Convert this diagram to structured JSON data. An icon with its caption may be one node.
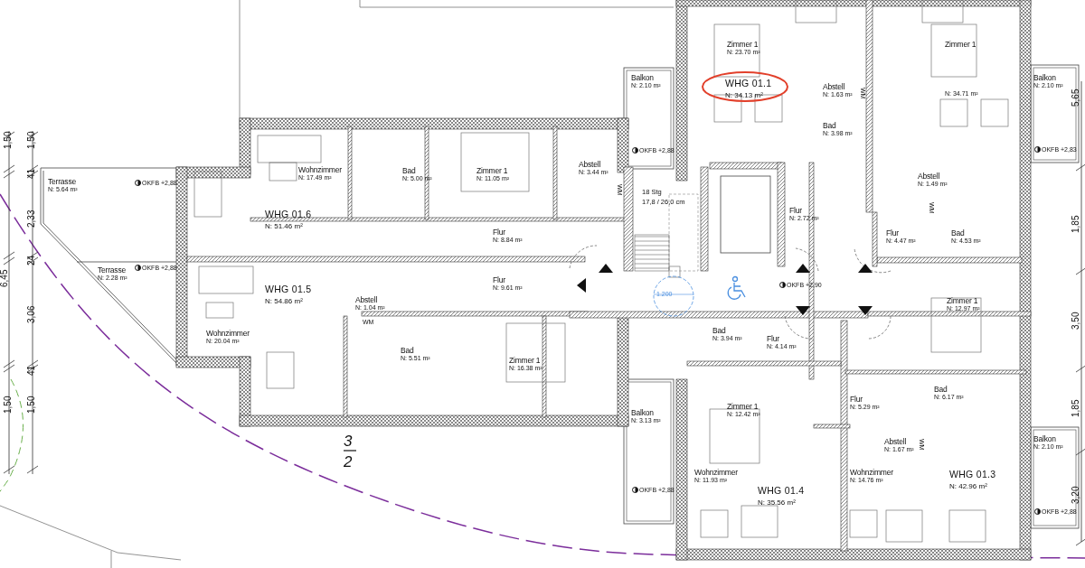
{
  "diagram": {
    "nodes": [
      {
        "text": [
          "Terrasse",
          "N: 5.64 m²"
        ]
      },
      {
        "text": [
          "Terrasse",
          "N: 2.28 m²"
        ]
      },
      {
        "text": [
          "Wohnzimmer",
          "N: 17.49 m²"
        ]
      },
      {
        "text": [
          "WHG 01.6",
          "N: 51.46 m²"
        ]
      },
      {
        "text": [
          "Bad",
          "N: 5.00 m²"
        ]
      },
      {
        "text": [
          "Zimmer 1",
          "N: 11.05 m²"
        ]
      },
      {
        "text": [
          "Abstell",
          "N: 3.44 m²"
        ]
      },
      {
        "text": [
          "Balkon",
          "N: 2.10 m²"
        ]
      },
      {
        "text": [
          "Zimmer 1",
          "N: 23.70 m²"
        ]
      },
      {
        "text": [
          "WHG 01.1",
          "N: 34.13 m²"
        ]
      },
      {
        "text": [
          "Abstell",
          "N: 1.63 m²"
        ]
      },
      {
        "text": [
          "Bad",
          "N: 3.98 m²"
        ]
      },
      {
        "text": [
          "Zimmer 1"
        ]
      },
      {
        "text": [
          "N: 34.71 m²"
        ]
      },
      {
        "text": [
          "Balkon",
          "N: 2.10 m²"
        ]
      },
      {
        "text": [
          "Abstell",
          "N: 1.49 m²"
        ]
      },
      {
        "text": [
          "Flur",
          "N: 2.72 m²"
        ]
      },
      {
        "text": [
          "Flur",
          "N: 4.47 m²"
        ]
      },
      {
        "text": [
          "Bad",
          "N: 4.53 m²"
        ]
      },
      {
        "text": [
          "Flur",
          "N: 8.84 m²"
        ]
      },
      {
        "text": [
          "Flur",
          "N: 9.61 m²"
        ]
      },
      {
        "text": [
          "WHG 01.5",
          "N: 54.86 m²"
        ]
      },
      {
        "text": [
          "Abstell",
          "N: 1.04 m²"
        ]
      },
      {
        "text": [
          "Zimmer 1",
          "N: 12.97 m²"
        ]
      },
      {
        "text": [
          "Wohnzimmer",
          "N: 20.04 m²"
        ]
      },
      {
        "text": [
          "Bad",
          "N: 3.94 m²"
        ]
      },
      {
        "text": [
          "Flur",
          "N: 4.14 m²"
        ]
      },
      {
        "text": [
          "Bad",
          "N: 5.51 m²"
        ]
      },
      {
        "text": [
          "Zimmer 1",
          "N: 16.38 m²"
        ]
      },
      {
        "text": [
          "Zimmer 1",
          "N: 12.42 m²"
        ]
      },
      {
        "text": [
          "Flur",
          "N: 5.29 m²"
        ]
      },
      {
        "text": [
          "Bad",
          "N: 6.17 m²"
        ]
      },
      {
        "text": [
          "Balkon",
          "N: 3.13 m²"
        ]
      },
      {
        "text": [
          "Balkon",
          "N: 2.10 m²"
        ]
      },
      {
        "text": [
          "Abstell",
          "N: 1.67 m²"
        ]
      },
      {
        "text": [
          "Wohnzimmer",
          "N: 11.93 m²"
        ]
      },
      {
        "text": [
          "WHG 01.3",
          "N: 42.96 m²"
        ]
      },
      {
        "text": [
          "Wohnzimmer",
          "N: 14.76 m²"
        ]
      },
      {
        "text": [
          "WHG 01.4",
          "N: 35.56 m²"
        ]
      }
    ],
    "labels": [
      "5,65",
      "1,50",
      "1,50",
      "41",
      "OKFB +2,83",
      "OKFB +2,88",
      "OKFB +2,88",
      "WM",
      "WM",
      "WM",
      "18 Stg",
      "17,8 / 26,0 cm",
      "2,33",
      "1,85",
      "24",
      "OKFB +2,88",
      "6,45",
      "OKFB +2,90",
      "1.200",
      "3,06",
      "3,50",
      "WM",
      "41",
      "1,50",
      "1,50",
      "1,85",
      "3",
      "2",
      "WM",
      "OKFB +2,88",
      "3,20",
      "OKFB +2,88"
    ]
  }
}
